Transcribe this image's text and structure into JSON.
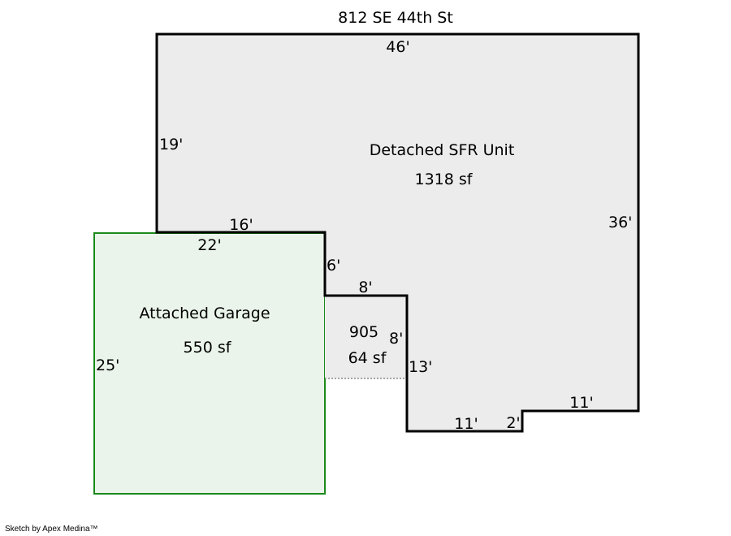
{
  "title": "812 SE 44th St",
  "areas": {
    "main": {
      "name": "Detached SFR Unit",
      "area": "1318 sf",
      "fill": "#ececec",
      "stroke": "#000000"
    },
    "garage": {
      "name": "Attached Garage",
      "area": "550 sf",
      "fill": "#eaf4ea",
      "stroke": "#1a8a1a"
    },
    "sub": {
      "name": "905",
      "area": "64 sf",
      "fill": "#ececec"
    }
  },
  "dimensions": {
    "top": "46'",
    "left": "19'",
    "right": "36'",
    "main_bottom_left": "16'",
    "step_vertical": "6'",
    "step_horizontal": "8'",
    "sub_right": "8'",
    "inner_vertical": "13'",
    "bottom": "11'",
    "notch": "2'",
    "bottom_right": "11'",
    "garage_top": "22'",
    "garage_left": "25'"
  },
  "credit": "Sketch by Apex Medina™"
}
